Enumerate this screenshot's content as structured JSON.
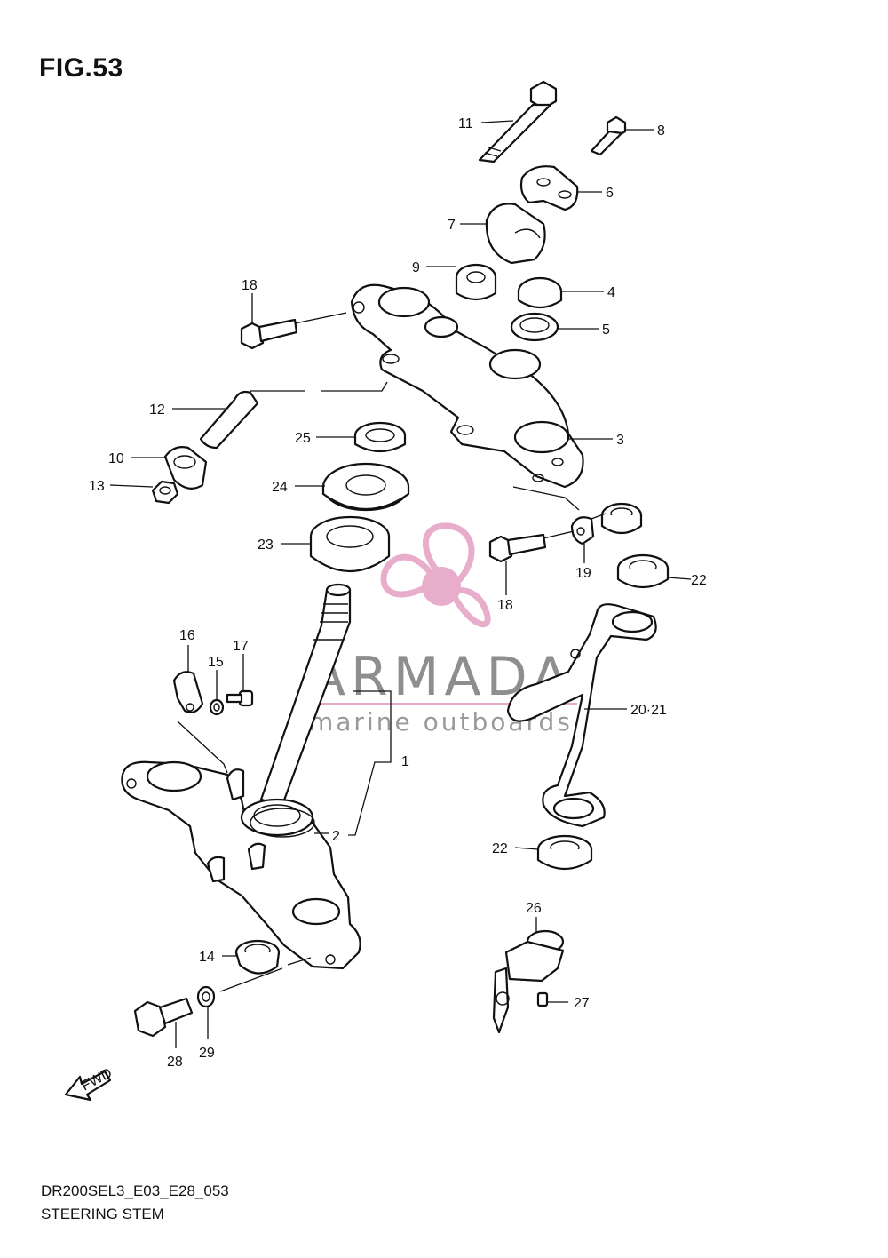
{
  "figure": {
    "title": "FIG.53",
    "code": "DR200SEL3_E03_E28_053",
    "name": "STEERING STEM"
  },
  "watermark": {
    "brand": "ARMADA",
    "tagline": "marine outboards",
    "logo_color": "#e7a9c9",
    "text_color": "#8e8e8e"
  },
  "fwd_label": "FWD",
  "callouts": [
    {
      "id": "11",
      "label": "11"
    },
    {
      "id": "8",
      "label": "8"
    },
    {
      "id": "6",
      "label": "6"
    },
    {
      "id": "7",
      "label": "7"
    },
    {
      "id": "9",
      "label": "9"
    },
    {
      "id": "4",
      "label": "4"
    },
    {
      "id": "18a",
      "label": "18"
    },
    {
      "id": "5",
      "label": "5"
    },
    {
      "id": "3",
      "label": "3"
    },
    {
      "id": "12",
      "label": "12"
    },
    {
      "id": "25",
      "label": "25"
    },
    {
      "id": "10",
      "label": "10"
    },
    {
      "id": "24",
      "label": "24"
    },
    {
      "id": "13",
      "label": "13"
    },
    {
      "id": "23",
      "label": "23"
    },
    {
      "id": "19",
      "label": "19"
    },
    {
      "id": "18b",
      "label": "18"
    },
    {
      "id": "22a",
      "label": "22"
    },
    {
      "id": "16",
      "label": "16"
    },
    {
      "id": "17",
      "label": "17"
    },
    {
      "id": "15",
      "label": "15"
    },
    {
      "id": "20-21",
      "label": "20·21"
    },
    {
      "id": "1",
      "label": "1"
    },
    {
      "id": "2",
      "label": "2"
    },
    {
      "id": "22b",
      "label": "22"
    },
    {
      "id": "26",
      "label": "26"
    },
    {
      "id": "14",
      "label": "14"
    },
    {
      "id": "27",
      "label": "27"
    },
    {
      "id": "28",
      "label": "28"
    },
    {
      "id": "29",
      "label": "29"
    }
  ]
}
